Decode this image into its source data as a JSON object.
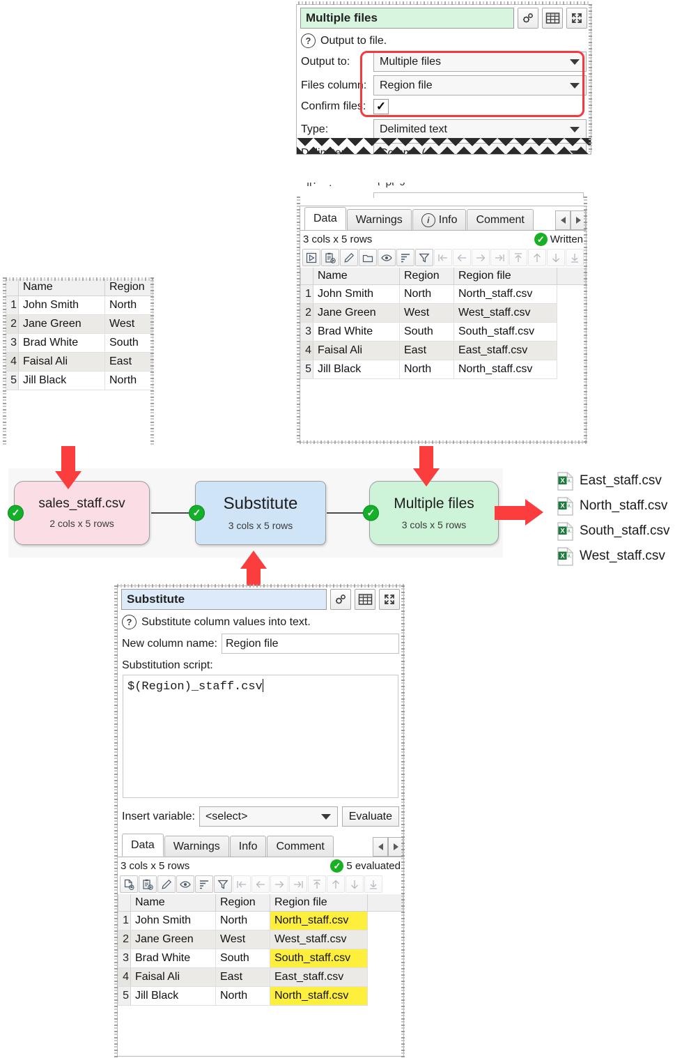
{
  "output_panel": {
    "title": "Multiple files",
    "help_text": "Output to file.",
    "fields": [
      {
        "label": "Output to:",
        "value": "Multiple files",
        "type": "combo"
      },
      {
        "label": "Files column:",
        "value": "Region file",
        "type": "combo"
      },
      {
        "label": "Confirm files:",
        "value": "✓",
        "type": "checkbox"
      },
      {
        "label": "Type:",
        "value": "Delimited text",
        "type": "combo"
      },
      {
        "label": "Delimiter:",
        "value": "Comma (,)",
        "type": "combo"
      }
    ],
    "header_icons": [
      "gears-icon",
      "table-icon",
      "expand-icon"
    ]
  },
  "output_result": {
    "tabs": [
      {
        "label": "Data",
        "icon": "",
        "active": true
      },
      {
        "label": "Warnings",
        "icon": "",
        "active": false
      },
      {
        "label": "Info",
        "icon": "info-icon",
        "active": false
      },
      {
        "label": "Comment",
        "icon": "",
        "active": false
      }
    ],
    "dimensions": "3 cols x 5 rows",
    "status": "Written",
    "columns": [
      "Name",
      "Region",
      "Region file"
    ],
    "rows": [
      {
        "n": "1",
        "cells": [
          "John Smith",
          "North",
          "North_staff.csv"
        ]
      },
      {
        "n": "2",
        "cells": [
          "Jane Green",
          "West",
          "West_staff.csv"
        ]
      },
      {
        "n": "3",
        "cells": [
          "Brad White",
          "South",
          "South_staff.csv"
        ]
      },
      {
        "n": "4",
        "cells": [
          "Faisal Ali",
          "East",
          "East_staff.csv"
        ]
      },
      {
        "n": "5",
        "cells": [
          "Jill Black",
          "North",
          "North_staff.csv"
        ]
      }
    ],
    "toolbar_icons": [
      "run-icon",
      "paste-icon",
      "edit-icon",
      "folder-icon",
      "eye-icon",
      "sort-icon",
      "filter-icon",
      "first-left-icon",
      "left-icon",
      "right-icon",
      "last-right-icon",
      "top-icon",
      "up-icon",
      "down-icon",
      "bottom-icon"
    ]
  },
  "source_table": {
    "columns": [
      "Name",
      "Region"
    ],
    "rows": [
      {
        "n": "1",
        "cells": [
          "John Smith",
          "North"
        ]
      },
      {
        "n": "2",
        "cells": [
          "Jane Green",
          "West"
        ]
      },
      {
        "n": "3",
        "cells": [
          "Brad White",
          "South"
        ]
      },
      {
        "n": "4",
        "cells": [
          "Faisal Ali",
          "East"
        ]
      },
      {
        "n": "5",
        "cells": [
          "Jill Black",
          "North"
        ]
      }
    ]
  },
  "flow": {
    "nodes": [
      {
        "label": "sales_staff.csv",
        "sub": "2 cols x 5 rows",
        "color": "#fbdde6",
        "state": "ok"
      },
      {
        "label": "Substitute",
        "sub": "3 cols x 5 rows",
        "color": "#cfe4f7",
        "state": "ok"
      },
      {
        "label": "Multiple files",
        "sub": "3 cols x 5 rows",
        "color": "#cdf3d8",
        "state": "ok"
      }
    ]
  },
  "output_files": [
    {
      "name": "East_staff.csv",
      "icon": "csv-file-icon"
    },
    {
      "name": "North_staff.csv",
      "icon": "csv-file-icon"
    },
    {
      "name": "South_staff.csv",
      "icon": "csv-file-icon"
    },
    {
      "name": "West_staff.csv",
      "icon": "csv-file-icon"
    }
  ],
  "substitute_panel": {
    "title": "Substitute",
    "help_text": "Substitute column values into text.",
    "new_column_label": "New column name:",
    "new_column_value": "Region file",
    "script_label": "Substitution script:",
    "script_value": "$(Region)_staff.csv",
    "insert_variable_label": "Insert variable:",
    "insert_variable_value": "<select>",
    "evaluate_label": "Evaluate",
    "header_icons": [
      "gears-icon",
      "table-icon",
      "expand-icon"
    ],
    "tabs": [
      {
        "label": "Data",
        "active": true
      },
      {
        "label": "Warnings",
        "active": false
      },
      {
        "label": "Info",
        "active": false
      },
      {
        "label": "Comment",
        "active": false
      }
    ],
    "dimensions": "3 cols x 5 rows",
    "status": "5 evaluated",
    "columns": [
      "Name",
      "Region",
      "Region file"
    ],
    "highlight_column_index": 2,
    "rows": [
      {
        "n": "1",
        "cells": [
          "John Smith",
          "North",
          "North_staff.csv"
        ]
      },
      {
        "n": "2",
        "cells": [
          "Jane Green",
          "West",
          "West_staff.csv"
        ]
      },
      {
        "n": "3",
        "cells": [
          "Brad White",
          "South",
          "South_staff.csv"
        ]
      },
      {
        "n": "4",
        "cells": [
          "Faisal Ali",
          "East",
          "East_staff.csv"
        ]
      },
      {
        "n": "5",
        "cells": [
          "Jill Black",
          "North",
          "North_staff.csv"
        ]
      }
    ],
    "toolbar_icons": [
      "new-file-icon",
      "paste-icon",
      "edit-icon",
      "eye-icon",
      "sort-icon",
      "filter-icon",
      "first-left-icon",
      "left-icon",
      "right-icon",
      "last-right-icon",
      "top-icon",
      "up-icon",
      "down-icon",
      "bottom-icon"
    ]
  },
  "colors": {
    "highlight_red": "#f4393f",
    "arrow_red": "#fb3d3d",
    "ok_green": "#14b02a",
    "cell_highlight_yellow": "#ffee33"
  }
}
